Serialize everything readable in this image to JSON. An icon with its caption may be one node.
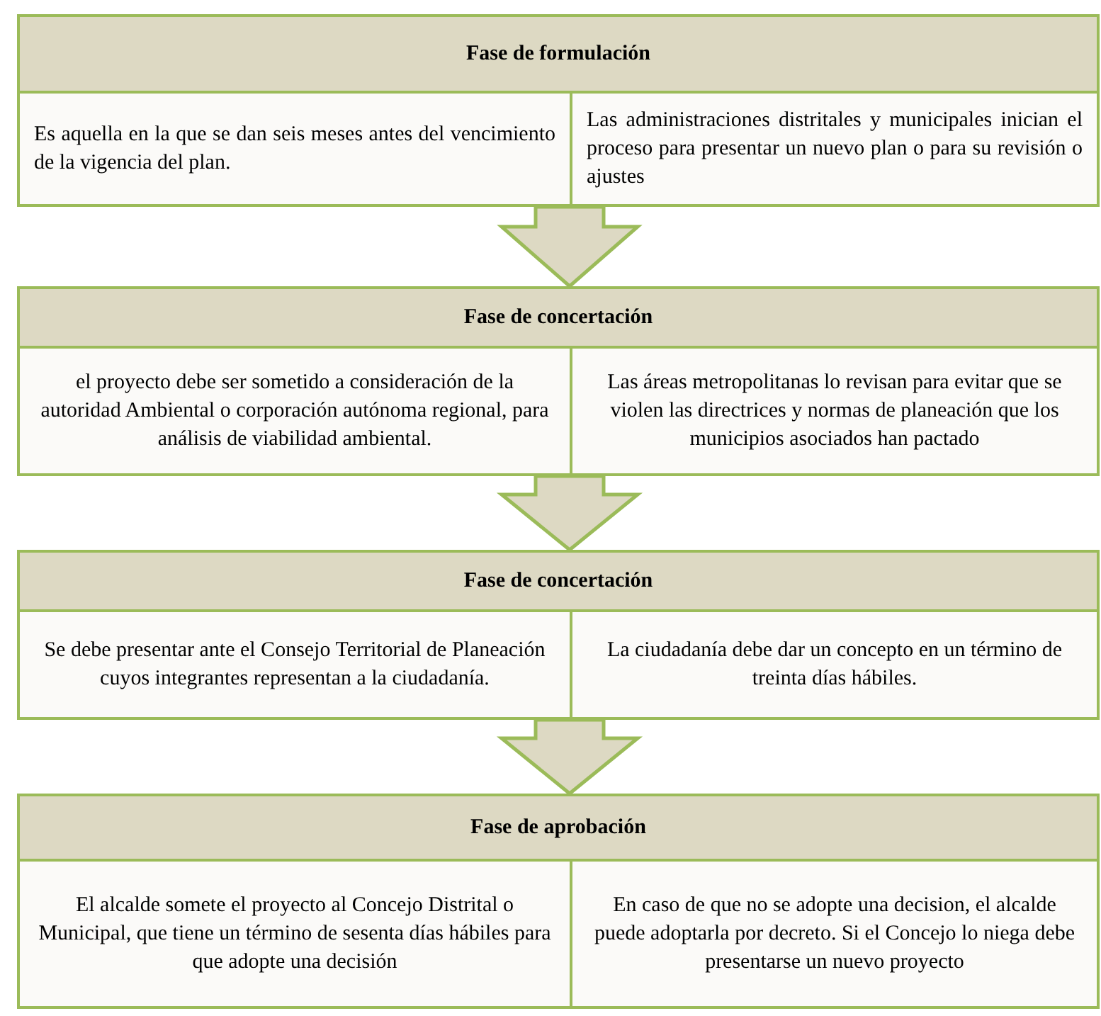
{
  "diagram": {
    "nodes": [
      {
        "text": [
          "Fase de formulación"
        ]
      },
      {
        "text": [
          "Es aquella en la que se dan seis meses antes del vencimiento de la vigencia del plan."
        ],
        "in": 0
      },
      {
        "text": [
          "Las administraciones distritales y municipales inician el proceso para presentar un nuevo plan o para su revisión o ajustes"
        ],
        "in": 0
      },
      {
        "text": [
          "Fase de concertación"
        ]
      },
      {
        "text": [
          "el proyecto debe ser sometido a consideración de la autoridad Ambiental o corporación autónoma regional, para análisis de viabilidad ambiental."
        ],
        "in": 3
      },
      {
        "text": [
          "Las áreas metropolitanas lo revisan para evitar que se violen las directrices y normas de planeación que los municipios asociados han pactado"
        ],
        "in": 3
      },
      {
        "text": [
          "Fase de concertación"
        ]
      },
      {
        "text": [
          "Se debe presentar ante el Consejo Territorial de Planeación cuyos integrantes representan a la ciudadanía."
        ],
        "in": 6
      },
      {
        "text": [
          "La ciudadanía debe dar un concepto en un término de treinta días hábiles."
        ],
        "in": 6
      },
      {
        "text": [
          "Fase de aprobación"
        ]
      },
      {
        "text": [
          "El alcalde somete el proyecto al Concejo Distrital o Municipal, que tiene un término de sesenta días hábiles para que adopte una decisión"
        ],
        "in": 9
      },
      {
        "text": [
          "En caso de que no se adopte una decision, el alcalde puede adoptarla por decreto. Si el Concejo lo niega debe presentarse un nuevo proyecto"
        ],
        "in": 9
      }
    ],
    "edges": [
      {
        "from": 0,
        "to": 3,
        "arrow": "to",
        "style": "thick"
      },
      {
        "from": 3,
        "to": 6,
        "arrow": "to",
        "style": "thick"
      },
      {
        "from": 6,
        "to": 9,
        "arrow": "to",
        "style": "thick"
      }
    ]
  }
}
